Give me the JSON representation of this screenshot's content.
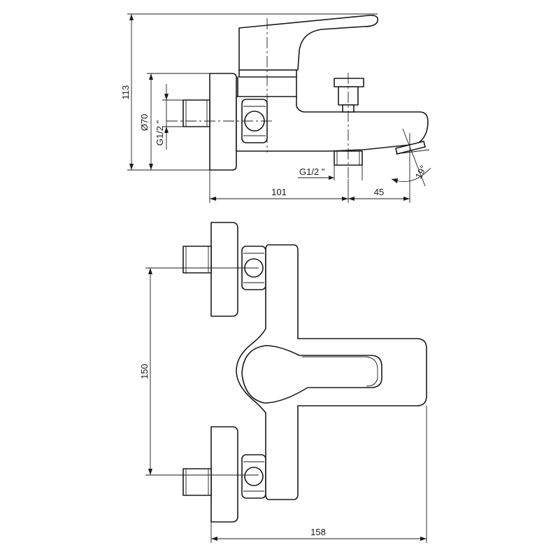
{
  "dimensions": {
    "height_total": "113",
    "body_diameter": "Ø70",
    "inlet_thread": "G1/2 \"",
    "outlet_thread": "G1/2 \"",
    "depth_to_outlet": "101",
    "spout_projection": "45",
    "spout_angle": "19°",
    "inlet_spacing": "150",
    "total_width": "158"
  }
}
